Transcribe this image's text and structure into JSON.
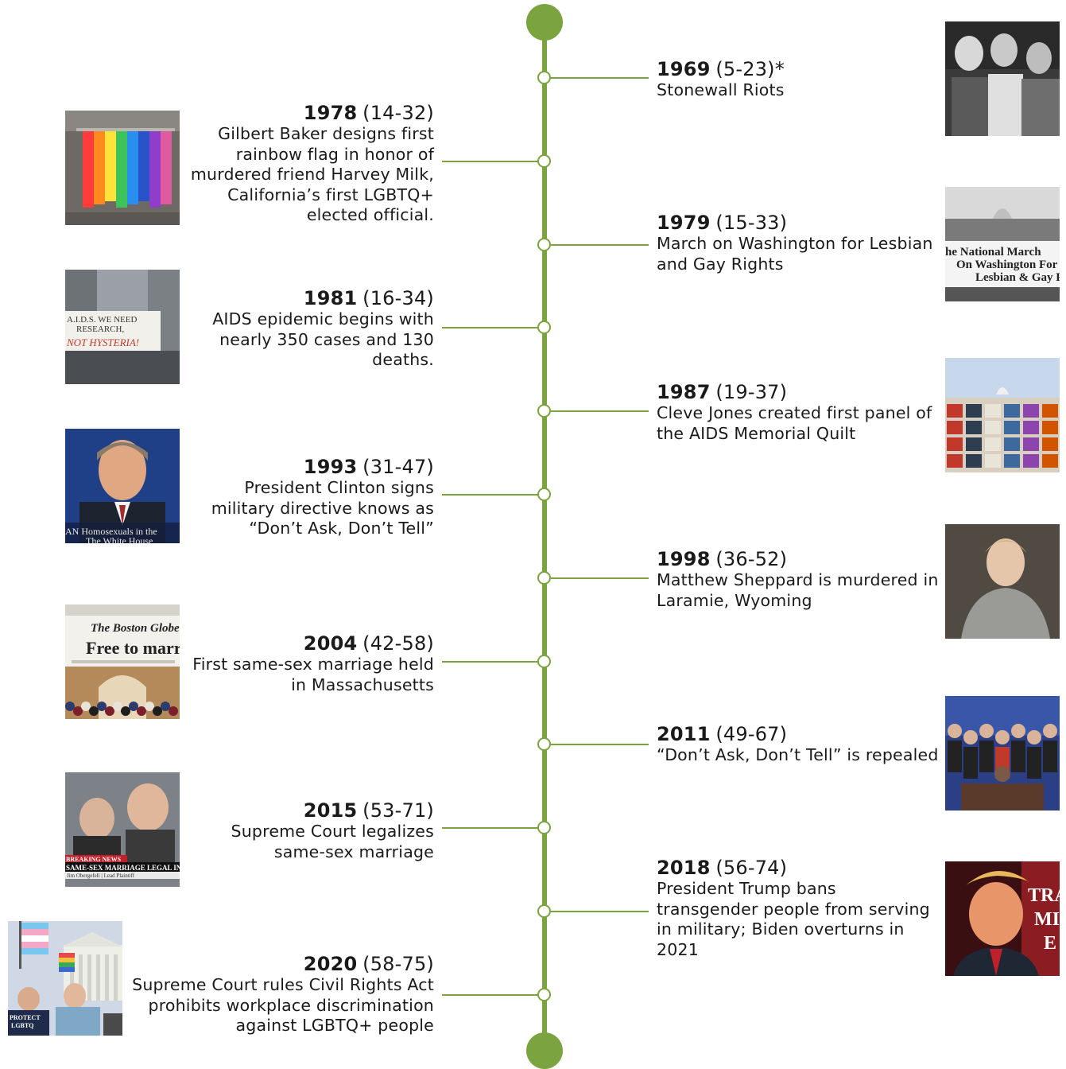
{
  "accent_color": "#7ba33f",
  "events": [
    {
      "year": "1969",
      "age": "(5-23)*",
      "text": "Stonewall Riots",
      "side": "right",
      "photo": "stonewall-riots-photo"
    },
    {
      "year": "1978",
      "age": "(14-32)",
      "text": "Gilbert Baker designs first rainbow flag in honor of murdered friend Harvey Milk, California’s first LGBTQ+ elected official.",
      "side": "left",
      "photo": "rainbow-flag-photo"
    },
    {
      "year": "1979",
      "age": "(15-33)",
      "text": "March on Washington for Lesbian and Gay Rights",
      "side": "right",
      "photo": "march-on-washington-photo"
    },
    {
      "year": "1981",
      "age": "(16-34)",
      "text": "AIDS epidemic begins with nearly 350 cases and 130 deaths.",
      "side": "left",
      "photo": "aids-protest-photo"
    },
    {
      "year": "1987",
      "age": "(19-37)",
      "text": "Cleve Jones created first panel of the AIDS Memorial Quilt",
      "side": "right",
      "photo": "aids-quilt-photo"
    },
    {
      "year": "1993",
      "age": "(31-47)",
      "text": "President Clinton signs military directive knows as “Don’t Ask, Don’t Tell”",
      "side": "left",
      "photo": "clinton-photo"
    },
    {
      "year": "1998",
      "age": "(36-52)",
      "text": "Matthew Sheppard is murdered in Laramie, Wyoming",
      "side": "right",
      "photo": "matthew-shepard-photo"
    },
    {
      "year": "2004",
      "age": "(42-58)",
      "text": "First same-sex marriage held in Massachusetts",
      "side": "left",
      "photo": "boston-globe-photo"
    },
    {
      "year": "2011",
      "age": "(49-67)",
      "text": "“Don’t Ask, Don’t Tell” is repealed",
      "side": "right",
      "photo": "dadt-repeal-photo"
    },
    {
      "year": "2015",
      "age": "(53-71)",
      "text": "Supreme Court legalizes same-sex marriage",
      "side": "left",
      "photo": "obergefell-photo"
    },
    {
      "year": "2018",
      "age": "(56-74)",
      "text": "President Trump bans transgender people from serving in military; Biden overturns in 2021",
      "side": "right",
      "photo": "trump-photo"
    },
    {
      "year": "2020",
      "age": "(58-75)",
      "text": "Supreme Court rules Civil Rights Act prohibits workplace discrimination against LGBTQ+ people",
      "side": "left",
      "photo": "supreme-court-rally-photo"
    }
  ],
  "photo_captions": {
    "aids_sign": [
      "A.I.D.S. WE NEED",
      "RESEARCH,",
      "NOT HYSTERIA!"
    ],
    "clinton_caption": [
      "AN  Homosexuals in the",
      "The White House"
    ],
    "march_banner": [
      "he National March",
      "On Washington For",
      "Lesbian & Gay R"
    ],
    "globe_masthead": "The Boston Globe",
    "globe_headline": "Free to marr",
    "obergefell_ticker": [
      "BREAKING NEWS",
      "SAME-SEX MARRIAGE LEGAL IN AL",
      "Jim Obergefell | Lead Plaintiff"
    ],
    "trump_caption": [
      "TRA",
      "MI",
      "E"
    ],
    "protect_sign": [
      "PROTECT",
      "LGBTQ"
    ]
  }
}
